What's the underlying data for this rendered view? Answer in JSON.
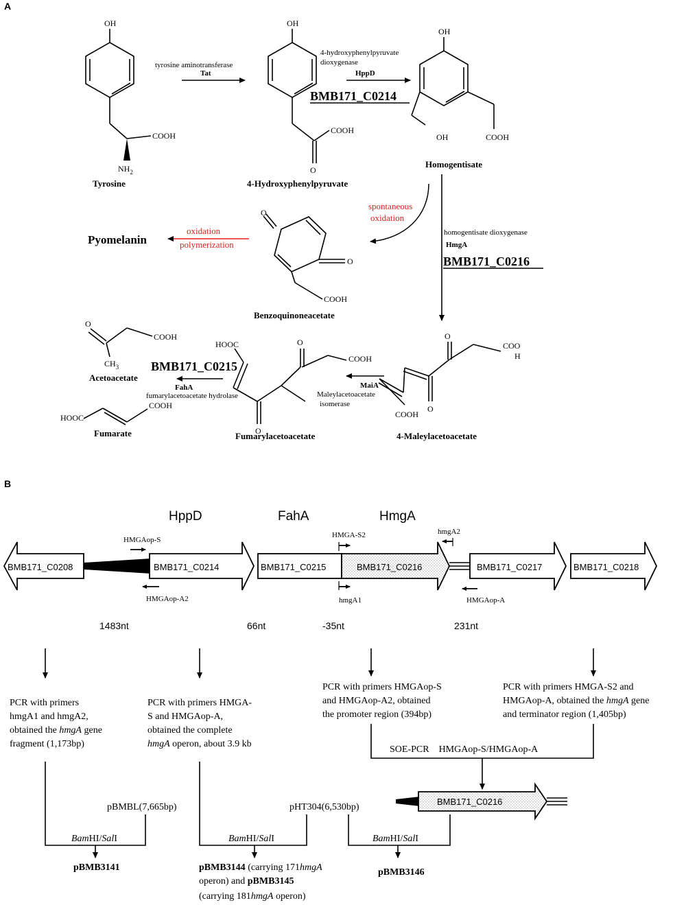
{
  "panel_a": {
    "label": "A",
    "compounds": {
      "tyrosine": "Tyrosine",
      "hpp": "4-Hydroxyphenylpyruvate",
      "homogentisate": "Homogentisate",
      "benzoquinone": "Benzoquinoneacetate",
      "pyomelanin": "Pyomelanin",
      "maleyl": "4-Maleylacetoacetate",
      "fumaryl": "Fumarylacetoacetate",
      "acetoacetate": "Acetoacetate",
      "fumarate": "Fumarate"
    },
    "groups": {
      "oh": "OH",
      "cooh": "COOH",
      "hooc": "HOOC",
      "nh2": "NH",
      "nh2_sub": "2",
      "ch3": "CH",
      "ch3_sub": "3",
      "coo": "COO",
      "h": "H",
      "o": "O"
    },
    "enzymes": {
      "tat_name": "tyrosine aminotransferase",
      "tat": "Tat",
      "hppd_name_1": "4-hydroxyphenylpyruvate",
      "hppd_name_2": "dioxygenase",
      "hppd": "HppD",
      "hppd_gene": "BMB171_C0214",
      "spont_1": "spontaneous",
      "spont_2": "oxidation",
      "oxid_1": "oxidation",
      "oxid_2": "polymerization",
      "hmga_name": "homogentisate dioxygenase",
      "hmga": "HmgA",
      "hmga_gene": "BMB171_C0216",
      "maia": "MaiA",
      "maia_name_1": "Maleylacetoacetate",
      "maia_name_2": "isomerase",
      "faha_gene": "BMB171_C0215",
      "faha": "FahA",
      "faha_name": "fumarylacetoacetate hydrolase"
    }
  },
  "panel_b": {
    "label": "B",
    "gene_names": {
      "hppd": "HppD",
      "faha": "FahA",
      "hmga": "HmgA"
    },
    "genes": [
      "BMB171_C0208",
      "BMB171_C0214",
      "BMB171_C0215",
      "BMB171_C0216",
      "BMB171_C0217",
      "BMB171_C0218"
    ],
    "primers": {
      "hmgaop_s": "HMGAop-S",
      "hmgaop_a2": "HMGAop-A2",
      "hmga_s2": "HMGA-S2",
      "hmga1": "hmgA1",
      "hmga2": "hmgA2",
      "hmgaop_a": "HMGAop-A"
    },
    "distances": [
      "1483nt",
      "66nt",
      "-35nt",
      "231nt"
    ],
    "steps": {
      "s1": [
        "PCR with primers",
        "hmgA1 and hmgA2,",
        "obtained the ",
        "hmgA",
        " gene",
        "fragment (1,173bp)"
      ],
      "s2": [
        "PCR with primers HMGA-",
        "S and HMGAop-A,",
        "obtained the complete",
        "hmgA",
        " operon, about 3.9 kb"
      ],
      "s3": [
        "PCR with primers HMGAop-S",
        "and HMGAop-A2, obtained",
        "the promoter region (394bp)"
      ],
      "s4": [
        "PCR with primers HMGA-S2 and",
        "HMGAop-A, obtained the ",
        "hmgA",
        " gene",
        "and terminator region (1,405bp)"
      ]
    },
    "soe": "SOE-PCR    HMGAop-S/HMGAop-A",
    "vectors": {
      "pbmbl": "pBMBL(7,665bp)",
      "pht304": "pHT304(6,530bp)"
    },
    "digest": {
      "bam": "Bam",
      "hi": "HI/",
      "sal": "Sal",
      "i": "I"
    },
    "products": {
      "p3141": "pBMB3141",
      "p3144": "pBMB3144",
      "p3144_note_a": " (carrying 171",
      "p3144_note_b": "hmgA",
      "p3144_note_c": "operon) and ",
      "p3145": "pBMB3145",
      "p3145_note_a": "(carrying 181",
      "p3145_note_b": "hmgA",
      "p3145_note_c": " operon)",
      "p3146": "pBMB3146"
    },
    "construct_gene": "BMB171_C0216"
  }
}
